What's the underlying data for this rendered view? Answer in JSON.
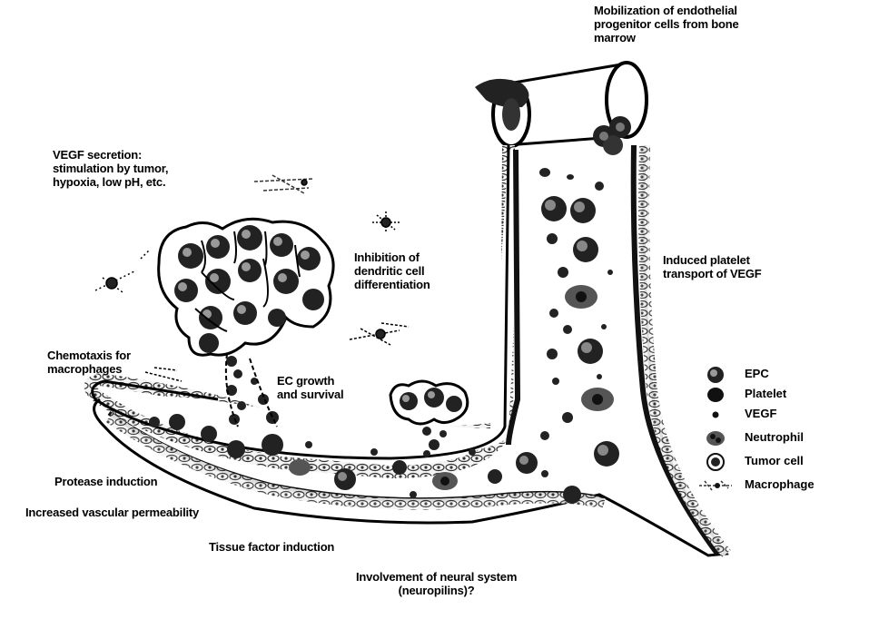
{
  "labels": {
    "mobilization": "Mobilization of endothelial\nprogenitor cells from bone\nmarrow",
    "vegf_secretion": "VEGF secretion:\nstimulation by tumor,\nhypoxia, low pH, etc.",
    "inhibition": "Inhibition of\ndendritic cell\ndifferentiation",
    "platelet_transport": "Induced platelet\ntransport of VEGF",
    "chemotaxis": "Chemotaxis for\nmacrophages",
    "ec_growth": "EC growth\nand survival",
    "protease": "Protease induction",
    "permeability": "Increased vascular permeability",
    "tissue_factor": "Tissue factor induction",
    "neural": "Involvement of neural system\n(neuropilins)?"
  },
  "legend": [
    {
      "label": "EPC",
      "icon": "epc-icon"
    },
    {
      "label": "Platelet",
      "icon": "platelet-icon"
    },
    {
      "label": "VEGF",
      "icon": "vegf-icon"
    },
    {
      "label": "Neutrophil",
      "icon": "neutrophil-icon"
    },
    {
      "label": "Tumor cell",
      "icon": "tumor-cell-icon"
    },
    {
      "label": "Macrophage",
      "icon": "macrophage-icon"
    }
  ]
}
